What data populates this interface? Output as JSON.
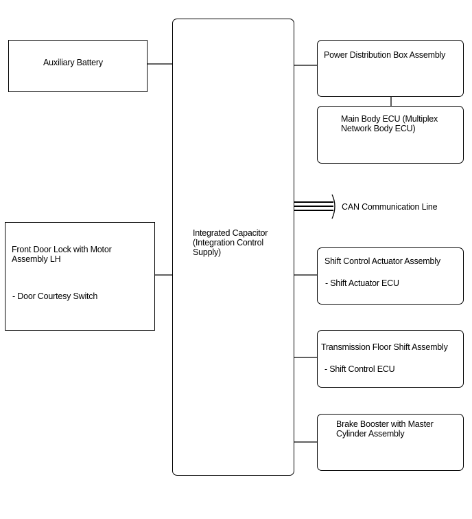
{
  "aux_battery": {
    "label": "Auxiliary Battery"
  },
  "capacitor": {
    "label": "Integrated Capacitor\n(Integration Control\nSupply)"
  },
  "door_lock": {
    "title": "Front Door Lock with Motor\nAssembly LH",
    "item": "- Door Courtesy Switch"
  },
  "power_dist": {
    "label": "Power Distribution Box Assembly"
  },
  "main_body": {
    "label": "Main Body ECU (Multiplex\nNetwork Body ECU)"
  },
  "can": {
    "label": "CAN Communication Line"
  },
  "shift_actuator": {
    "title": "Shift Control Actuator Assembly",
    "item": "- Shift Actuator ECU"
  },
  "floor_shift": {
    "title": "Transmission Floor Shift Assembly",
    "item": "- Shift Control ECU"
  },
  "brake_booster": {
    "label": "Brake Booster with Master\nCylinder Assembly"
  }
}
